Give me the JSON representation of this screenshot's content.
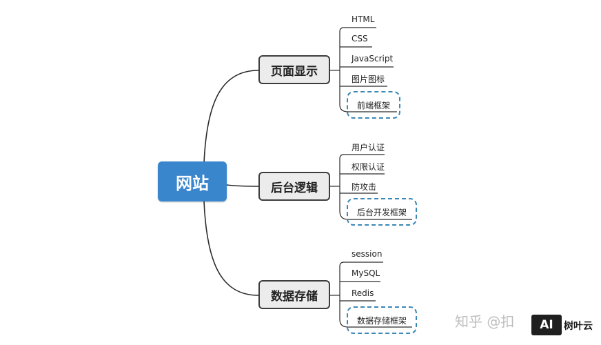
{
  "root": {
    "label": "网站"
  },
  "branches": [
    {
      "label": "页面显示",
      "leaves": [
        "HTML",
        "CSS",
        "JavaScript",
        "图片图标"
      ],
      "framework": "前端框架"
    },
    {
      "label": "后台逻辑",
      "leaves": [
        "用户认证",
        "权限认证",
        "防攻击"
      ],
      "framework": "后台开发框架"
    },
    {
      "label": "数据存储",
      "leaves": [
        "session",
        "MySQL",
        "Redis"
      ],
      "framework": "数据存储框架"
    }
  ],
  "watermark": {
    "zhihu": "知乎 @扣",
    "logo_box": "AI",
    "logo_text": "树叶云"
  },
  "colors": {
    "root_fill": "#3a86cc",
    "branch_fill": "#ececec",
    "dashed_border": "#3b87b6",
    "line": "#2a2a2a"
  }
}
